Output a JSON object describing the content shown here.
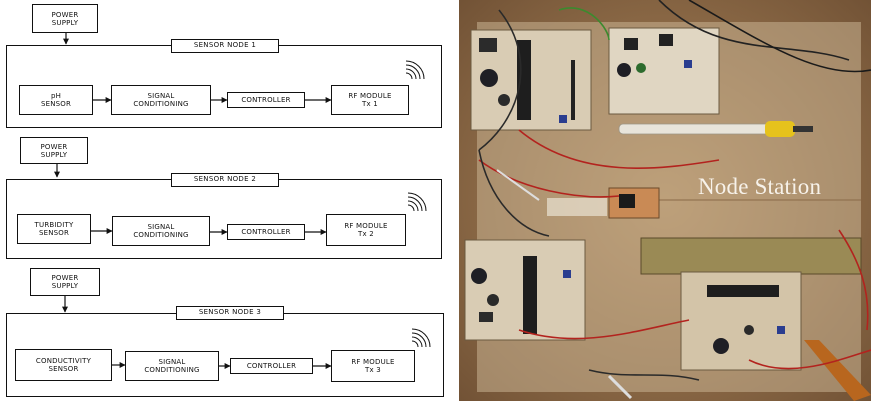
{
  "diagram": {
    "nodes": [
      {
        "power_supply": "POWER\nSUPPLY",
        "title": "SENSOR NODE 1",
        "sensor": "pH\nSENSOR",
        "conditioning": "SIGNAL\nCONDITIONING",
        "controller": "CONTROLLER",
        "rf_module": "RF MODULE\nTx 1"
      },
      {
        "power_supply": "POWER\nSUPPLY",
        "title": "SENSOR NODE 2",
        "sensor": "TURBIDITY\nSENSOR",
        "conditioning": "SIGNAL\nCONDITIONING",
        "controller": "CONTROLLER",
        "rf_module": "RF MODULE\nTx 2"
      },
      {
        "power_supply": "POWER\nSUPPLY",
        "title": "SENSOR NODE 3",
        "sensor": "CONDUCTIVITY\nSENSOR",
        "conditioning": "SIGNAL\nCONDITIONING",
        "controller": "CONTROLLER",
        "rf_module": "RF MODULE\nTx 3"
      }
    ]
  },
  "photo": {
    "label": "Node Station",
    "background_color": "#a8845a",
    "board_color": "#d8cbb4"
  }
}
